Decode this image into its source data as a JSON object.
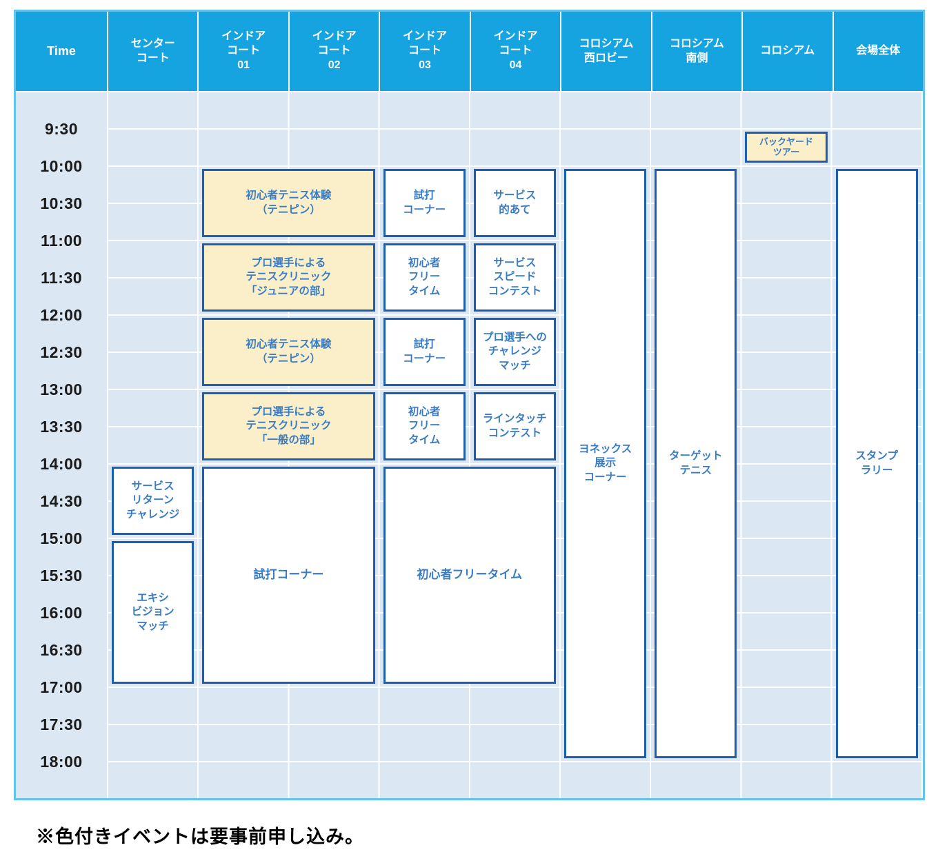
{
  "header": {
    "columns": [
      {
        "id": "time",
        "label": "Time"
      },
      {
        "id": "center-court",
        "label": "センター\nコート"
      },
      {
        "id": "indoor-01",
        "label": "インドア\nコート\n01"
      },
      {
        "id": "indoor-02",
        "label": "インドア\nコート\n02"
      },
      {
        "id": "indoor-03",
        "label": "インドア\nコート\n03"
      },
      {
        "id": "indoor-04",
        "label": "インドア\nコート\n04"
      },
      {
        "id": "colosseum-west-lobby",
        "label": "コロシアム\n西ロビー"
      },
      {
        "id": "colosseum-south",
        "label": "コロシアム\n南側"
      },
      {
        "id": "colosseum",
        "label": "コロシアム"
      },
      {
        "id": "whole-venue",
        "label": "会場全体"
      }
    ]
  },
  "times": [
    "9:30",
    "10:00",
    "10:30",
    "11:00",
    "11:30",
    "12:00",
    "12:30",
    "13:00",
    "13:30",
    "14:00",
    "14:30",
    "15:00",
    "15:30",
    "16:00",
    "16:30",
    "17:00",
    "17:30",
    "18:00"
  ],
  "events": [
    {
      "id": "backyard-tour",
      "label": "バックヤード\nツアー",
      "column": "colosseum",
      "colspan": 1,
      "start": "9:30",
      "end": "10:00",
      "highlighted": true,
      "size": "sm"
    },
    {
      "id": "beginner-tennis-taiken-1",
      "label": "初心者テニス体験\n（テニピン）",
      "column": "indoor-01",
      "colspan": 2,
      "start": "10:00",
      "end": "11:00",
      "highlighted": true,
      "size": "md"
    },
    {
      "id": "shida-corner-1",
      "label": "試打\nコーナー",
      "column": "indoor-03",
      "colspan": 1,
      "start": "10:00",
      "end": "11:00",
      "highlighted": false,
      "size": "md"
    },
    {
      "id": "service-mato-ate",
      "label": "サービス\n的あて",
      "column": "indoor-04",
      "colspan": 1,
      "start": "10:00",
      "end": "11:00",
      "highlighted": false,
      "size": "md"
    },
    {
      "id": "pro-clinic-junior",
      "label": "プロ選手による\nテニスクリニック\n「ジュニアの部」",
      "column": "indoor-01",
      "colspan": 2,
      "start": "11:00",
      "end": "12:00",
      "highlighted": true,
      "size": "md"
    },
    {
      "id": "beginner-free-time-1",
      "label": "初心者\nフリー\nタイム",
      "column": "indoor-03",
      "colspan": 1,
      "start": "11:00",
      "end": "12:00",
      "highlighted": false,
      "size": "md"
    },
    {
      "id": "service-speed-contest",
      "label": "サービス\nスピード\nコンテスト",
      "column": "indoor-04",
      "colspan": 1,
      "start": "11:00",
      "end": "12:00",
      "highlighted": false,
      "size": "md"
    },
    {
      "id": "beginner-tennis-taiken-2",
      "label": "初心者テニス体験\n（テニピン）",
      "column": "indoor-01",
      "colspan": 2,
      "start": "12:00",
      "end": "13:00",
      "highlighted": true,
      "size": "md"
    },
    {
      "id": "shida-corner-2",
      "label": "試打\nコーナー",
      "column": "indoor-03",
      "colspan": 1,
      "start": "12:00",
      "end": "13:00",
      "highlighted": false,
      "size": "md"
    },
    {
      "id": "pro-challenge-match",
      "label": "プロ選手への\nチャレンジ\nマッチ",
      "column": "indoor-04",
      "colspan": 1,
      "start": "12:00",
      "end": "13:00",
      "highlighted": false,
      "size": "md"
    },
    {
      "id": "pro-clinic-general",
      "label": "プロ選手による\nテニスクリニック\n「一般の部」",
      "column": "indoor-01",
      "colspan": 2,
      "start": "13:00",
      "end": "14:00",
      "highlighted": true,
      "size": "md"
    },
    {
      "id": "beginner-free-time-2",
      "label": "初心者\nフリー\nタイム",
      "column": "indoor-03",
      "colspan": 1,
      "start": "13:00",
      "end": "14:00",
      "highlighted": false,
      "size": "md"
    },
    {
      "id": "line-touch-contest",
      "label": "ラインタッチ\nコンテスト",
      "column": "indoor-04",
      "colspan": 1,
      "start": "13:00",
      "end": "14:00",
      "highlighted": false,
      "size": "md"
    },
    {
      "id": "service-return-challenge",
      "label": "サービス\nリターン\nチャレンジ",
      "column": "center-court",
      "colspan": 1,
      "start": "14:00",
      "end": "15:00",
      "highlighted": false,
      "size": "md"
    },
    {
      "id": "exhibition-match",
      "label": "エキシ\nビジョン\nマッチ",
      "column": "center-court",
      "colspan": 1,
      "start": "15:00",
      "end": "17:00",
      "highlighted": false,
      "size": "md"
    },
    {
      "id": "shida-corner-long",
      "label": "試打コーナー",
      "column": "indoor-01",
      "colspan": 2,
      "start": "14:00",
      "end": "17:00",
      "highlighted": false,
      "size": "lg"
    },
    {
      "id": "beginner-free-time-long",
      "label": "初心者フリータイム",
      "column": "indoor-03",
      "colspan": 2,
      "start": "14:00",
      "end": "17:00",
      "highlighted": false,
      "size": "lg"
    },
    {
      "id": "yonex-exhibit-corner",
      "label": "ヨネックス\n展示\nコーナー",
      "column": "colosseum-west-lobby",
      "colspan": 1,
      "start": "10:00",
      "end": "18:00",
      "highlighted": false,
      "size": "md"
    },
    {
      "id": "target-tennis",
      "label": "ターゲット\nテニス",
      "column": "colosseum-south",
      "colspan": 1,
      "start": "10:00",
      "end": "18:00",
      "highlighted": false,
      "size": "md"
    },
    {
      "id": "stamp-rally",
      "label": "スタンプ\nラリー",
      "column": "whole-venue",
      "colspan": 1,
      "start": "10:00",
      "end": "18:00",
      "highlighted": false,
      "size": "md"
    }
  ],
  "footer": {
    "note": "※色付きイベントは要事前申し込み。"
  },
  "colors": {
    "header_bg": "#15A4DF",
    "header_text": "#FFFFFF",
    "body_bg": "#DBE7F3",
    "gridline": "#FFFFFF",
    "outer_border": "#62C4EC",
    "event_border": "#1D5FAE",
    "event_text": "#3A7CC3",
    "standard_event_bg": "#FFFFFF",
    "highlighted_event_bg": "#FBEFC9",
    "time_text": "#1A1A1A"
  }
}
